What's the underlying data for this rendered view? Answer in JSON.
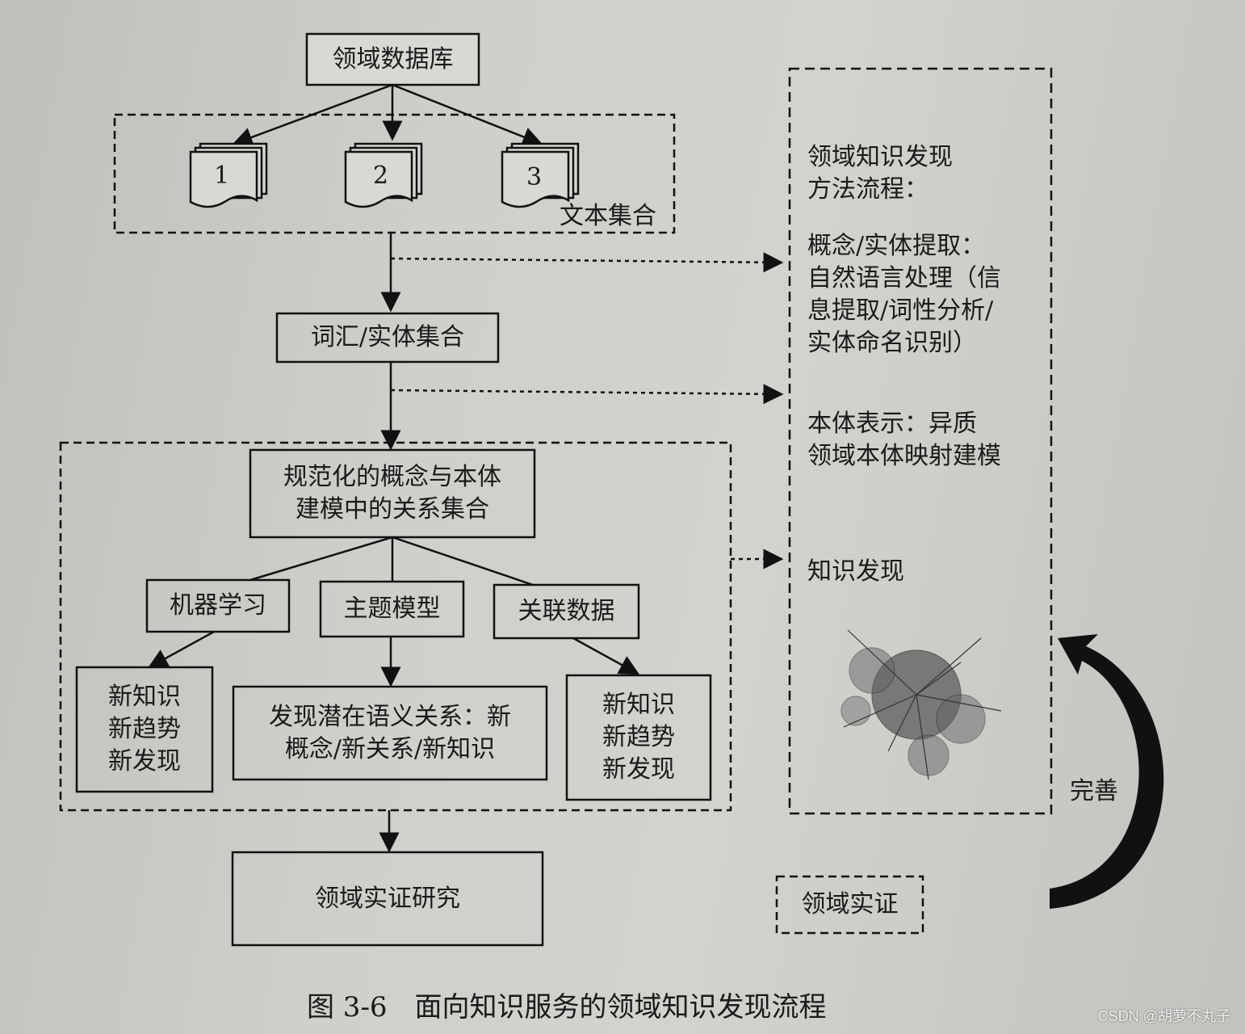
{
  "nodes": {
    "domain_db": "领域数据库",
    "doc1": "1",
    "doc2": "2",
    "doc3": "3",
    "text_collection": "文本集合",
    "vocab_entity": "词汇/实体集合",
    "normalized_line1": "规范化的概念与本体",
    "normalized_line2": "建模中的关系集合",
    "ml": "机器学习",
    "topic": "主题模型",
    "linked": "关联数据",
    "left_result": [
      "新知识",
      "新趋势",
      "新发现"
    ],
    "mid_result": [
      "发现潜在语义关系：新",
      "概念/新关系/新知识"
    ],
    "right_result": [
      "新知识",
      "新趋势",
      "新发现"
    ],
    "empirical_research": "领域实证研究",
    "empirical": "领域实证",
    "improve": "完善"
  },
  "side_panel": {
    "title": [
      "领域知识发现",
      "方法流程："
    ],
    "extraction": [
      "概念/实体提取：",
      "自然语言处理（信",
      "息提取/词性分析/",
      "实体命名识别）"
    ],
    "ontology": [
      "本体表示：异质",
      "领域本体映射建模"
    ],
    "discovery": "知识发现"
  },
  "caption": "图 3-6　面向知识服务的领域知识发现流程",
  "watermark": "CSDN @胡萝不丸子"
}
